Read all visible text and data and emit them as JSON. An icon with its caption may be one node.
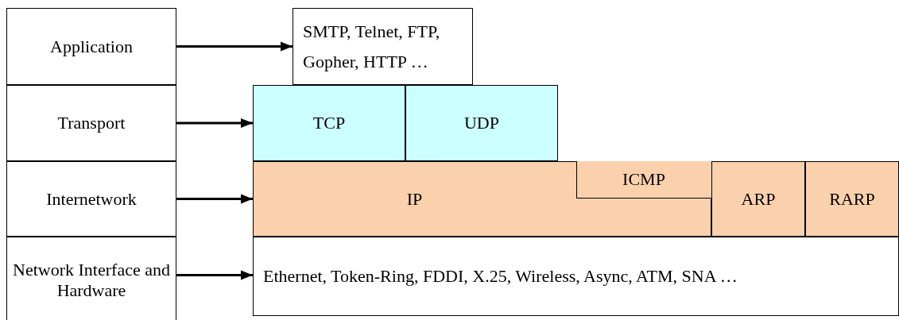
{
  "diagram": {
    "nodes": [
      {
        "text": [
          "Application"
        ]
      },
      {
        "text": [
          "Transport"
        ]
      },
      {
        "text": [
          "Internetwork"
        ]
      },
      {
        "text": [
          "Network Interface and Hardware"
        ]
      },
      {
        "text": [
          "SMTP, Telnet, FTP, Gopher, HTTP …"
        ]
      },
      {
        "text": [
          "TCP"
        ]
      },
      {
        "text": [
          "UDP"
        ]
      },
      {
        "text": [
          "IP"
        ]
      },
      {
        "text": [
          "ICMP"
        ],
        "in": 7
      },
      {
        "text": [
          "ARP"
        ]
      },
      {
        "text": [
          "RARP"
        ]
      },
      {
        "text": [
          "Ethernet, Token-Ring, FDDI, X.25, Wireless, Async, ATM, SNA …"
        ]
      }
    ],
    "edges": [
      {
        "from": 0,
        "to": 4,
        "arrow": "to"
      },
      {
        "from": 1,
        "to": 5,
        "arrow": "to"
      },
      {
        "from": 2,
        "to": 7,
        "arrow": "to"
      },
      {
        "from": 3,
        "to": 11,
        "arrow": "to"
      }
    ]
  }
}
